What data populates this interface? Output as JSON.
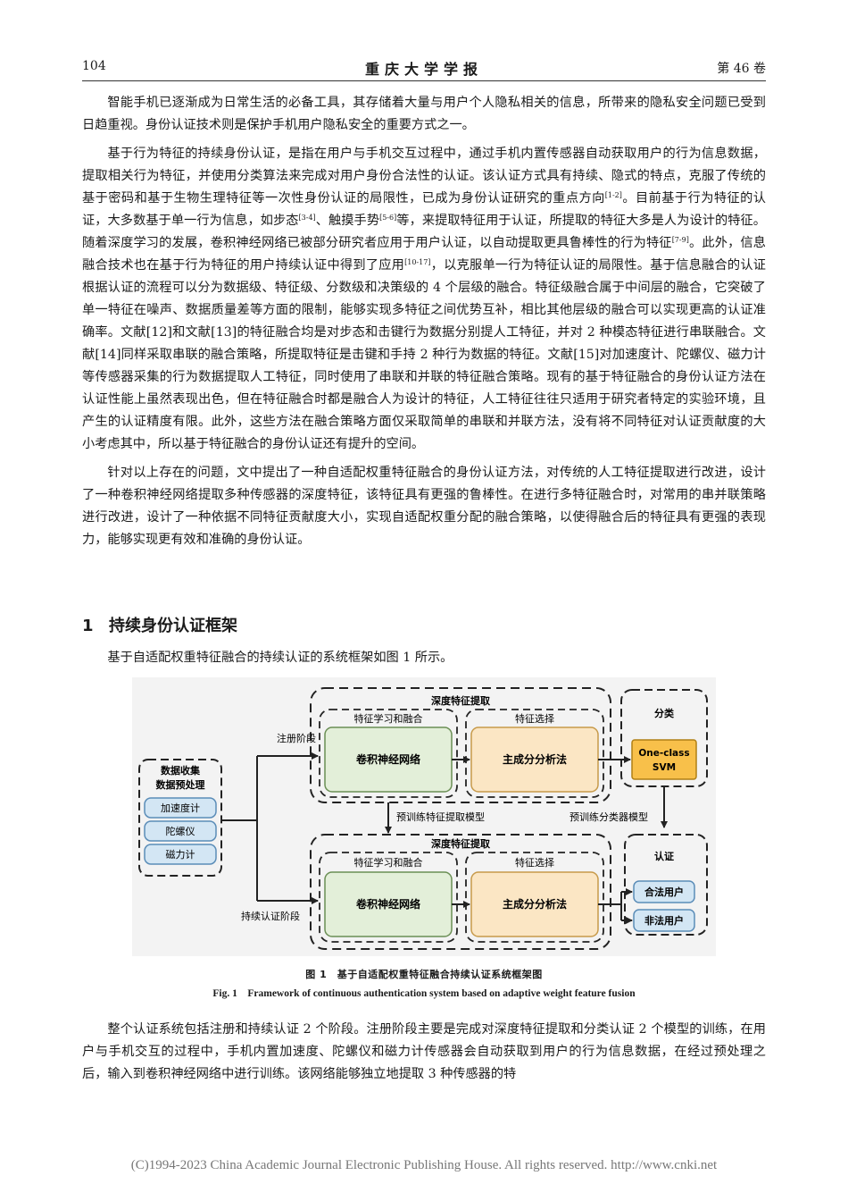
{
  "header": {
    "page_number": "104",
    "journal": "重庆大学学报",
    "volume": "第 46 卷"
  },
  "paragraphs": {
    "p1": "智能手机已逐渐成为日常生活的必备工具，其存储着大量与用户个人隐私相关的信息，所带来的隐私安全问题已受到日趋重视。身份认证技术则是保护手机用户隐私安全的重要方式之一。",
    "p2_a": "基于行为特征的持续身份认证，是指在用户与手机交互过程中，通过手机内置传感器自动获取用户的行为信息数据，提取相关行为特征，并使用分类算法来完成对用户身份合法性的认证。该认证方式具有持续、隐式的特点，克服了传统的基于密码和基于生物生理特征等一次性身份认证的局限性，已成为身份认证研究的重点方向",
    "p2_ref1": "[1-2]",
    "p2_b": "。目前基于行为特征的认证，大多数基于单一行为信息，如步态",
    "p2_ref2": "[3-4]",
    "p2_c": "、触摸手势",
    "p2_ref3": "[5-6]",
    "p2_d": "等，来提取特征用于认证，所提取的特征大多是人为设计的特征。随着深度学习的发展，卷积神经网络已被部分研究者应用于用户认证，以自动提取更具鲁棒性的行为特征",
    "p2_ref4": "[7-9]",
    "p2_e": "。此外，信息融合技术也在基于行为特征的用户持续认证中得到了应用",
    "p2_ref5": "[10-17]",
    "p2_f": "，以克服单一行为特征认证的局限性。基于信息融合的认证根据认证的流程可以分为数据级、特征级、分数级和决策级的 4 个层级的融合。特征级融合属于中间层的融合，它突破了单一特征在噪声、数据质量差等方面的限制，能够实现多特征之间优势互补，相比其他层级的融合可以实现更高的认证准确率。文献[12]和文献[13]的特征融合均是对步态和击键行为数据分别提人工特征，并对 2 种模态特征进行串联融合。文献[14]同样采取串联的融合策略，所提取特征是击键和手持 2 种行为数据的特征。文献[15]对加速度计、陀螺仪、磁力计等传感器采集的行为数据提取人工特征，同时使用了串联和并联的特征融合策略。现有的基于特征融合的身份认证方法在认证性能上虽然表现出色，但在特征融合时都是融合人为设计的特征，人工特征往往只适用于研究者特定的实验环境，且产生的认证精度有限。此外，这些方法在融合策略方面仅采取简单的串联和并联方法，没有将不同特征对认证贡献度的大小考虑其中，所以基于特征融合的身份认证还有提升的空间。",
    "p3": "针对以上存在的问题，文中提出了一种自适配权重特征融合的身份认证方法，对传统的人工特征提取进行改进，设计了一种卷积神经网络提取多种传感器的深度特征，该特征具有更强的鲁棒性。在进行多特征融合时，对常用的串并联策略进行改进，设计了一种依据不同特征贡献度大小，实现自适配权重分配的融合策略，以使得融合后的特征具有更强的表现力，能够实现更有效和准确的身份认证。",
    "p4": "基于自适配权重特征融合的持续认证的系统框架如图 1 所示。",
    "p5": "整个认证系统包括注册和持续认证 2 个阶段。注册阶段主要是完成对深度特征提取和分类认证 2 个模型的训练，在用户与手机交互的过程中，手机内置加速度、陀螺仪和磁力计传感器会自动获取到用户的行为信息数据，在经过预处理之后，输入到卷积神经网络中进行训练。该网络能够独立地提取 3 种传感器的特"
  },
  "section": {
    "number": "1",
    "title": "持续身份认证框架"
  },
  "figure": {
    "data_box_title1": "数据收集",
    "data_box_title2": "数据预处理",
    "sensor_acc": "加速度计",
    "sensor_gyro": "陀螺仪",
    "sensor_mag": "磁力计",
    "register_stage": "注册阶段",
    "continuous_stage": "持续认证阶段",
    "deep_feature_top": "深度特征提取",
    "deep_feature_bottom": "深度特征提取",
    "feature_learning_top": "特征学习和融合",
    "feature_learning_bottom": "特征学习和融合",
    "feature_select_top": "特征选择",
    "feature_select_bottom": "特征选择",
    "cnn_top": "卷积神经网络",
    "cnn_bottom": "卷积神经网络",
    "pca_top": "主成分分析法",
    "pca_bottom": "主成分分析法",
    "classify": "分类",
    "svm_line1": "One-class",
    "svm_line2": "SVM",
    "pretrained_feature_model": "预训练特征提取模型",
    "pretrained_classifier_model": "预训练分类器模型",
    "auth": "认证",
    "legal_user": "合法用户",
    "illegal_user": "非法用户",
    "colors": {
      "green_fill": "#e3efd9",
      "orange_fill": "#fbe6c4",
      "blue_fill": "#d3e6f4",
      "svm_fill": "#f8c04a"
    }
  },
  "captions": {
    "cn": "图 1　基于自适配权重特征融合持续认证系统框架图",
    "en": "Fig. 1　Framework of continuous authentication system based on adaptive weight feature fusion"
  },
  "footer": "(C)1994-2023 China Academic Journal Electronic Publishing House. All rights reserved.   http://www.cnki.net"
}
